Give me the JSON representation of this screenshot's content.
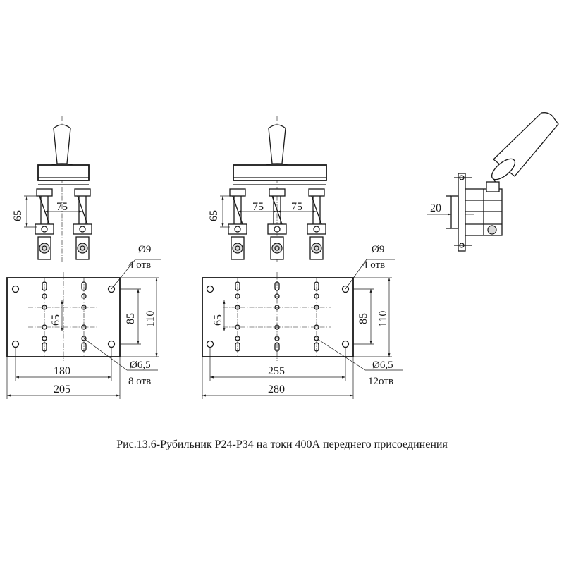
{
  "caption": "Рис.13.6-Рубильник Р24-Р34 на токи 400А переднего присоединения",
  "view_2pole": {
    "dim_height": "65",
    "dim_spacing": "75",
    "hole_large_dia": "Ø9",
    "hole_large_count": "4 отв",
    "dim_inner_height": "65",
    "dim_hole_height": "85",
    "dim_total_height": "110",
    "dim_inner_width": "180",
    "dim_total_width": "205",
    "hole_small_dia": "Ø6,5",
    "hole_small_count": "8 отв"
  },
  "view_3pole": {
    "dim_height": "65",
    "dim_spacing_1": "75",
    "dim_spacing_2": "75",
    "hole_large_dia": "Ø9",
    "hole_large_count": "4 отв",
    "dim_inner_height": "65",
    "dim_hole_height": "85",
    "dim_total_height": "110",
    "dim_inner_width": "255",
    "dim_total_width": "280",
    "hole_small_dia": "Ø6,5",
    "hole_small_count": "12отв"
  },
  "view_side": {
    "dim_depth": "20"
  }
}
